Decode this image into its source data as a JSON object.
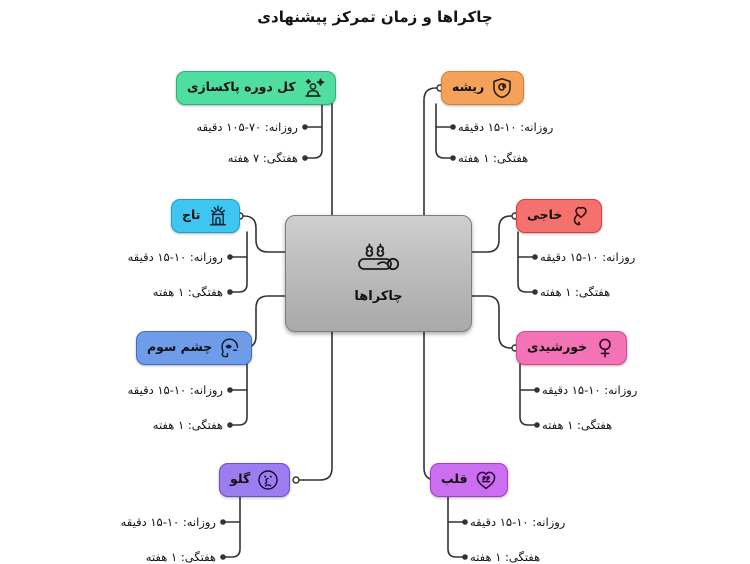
{
  "header": {
    "title": "چاکراها و زمان تمرکز پیشنهادی"
  },
  "central": {
    "label": "چاکراها",
    "icon": "meditation-chakra-icon",
    "color": "#bdbdbd",
    "border": "#7d7d7d"
  },
  "labels": {
    "daily_prefix": "روزانه:",
    "weekly_prefix": "هفتگی:"
  },
  "branches": [
    {
      "id": "cleanse",
      "label": "کل دوره پاکسازی",
      "icon": "sparkle-meditation-icon",
      "color": "#4fdda0",
      "border": "#2fae78",
      "side": "left",
      "daily": "روزانه: ۷۰-۱۰۵ دقیقه",
      "weekly": "هفتگی: ۷ هفته"
    },
    {
      "id": "root",
      "label": "ریشه",
      "icon": "root-shield-spiral-icon",
      "color": "#f4a259",
      "border": "#d4822f",
      "side": "right",
      "daily": "روزانه: ۱۰-۱۵ دقیقه",
      "weekly": "هفتگی: ۱ هفته"
    },
    {
      "id": "crown",
      "label": "تاج",
      "icon": "crown-temple-icon",
      "color": "#3ec6f0",
      "border": "#1b9fd0",
      "side": "left",
      "daily": "روزانه: ۱۰-۱۵ دقیقه",
      "weekly": "هفتگی: ۱ هفته"
    },
    {
      "id": "sacral",
      "label": "خاجی",
      "icon": "sacral-heart-icon",
      "color": "#f4716e",
      "border": "#d1413f",
      "side": "right",
      "daily": "روزانه: ۱۰-۱۵ دقیقه",
      "weekly": "هفتگی: ۱ هفته"
    },
    {
      "id": "third-eye",
      "label": "چشم سوم",
      "icon": "third-eye-head-icon",
      "color": "#6f9ce8",
      "border": "#3f6fc2",
      "side": "left",
      "daily": "روزانه: ۱۰-۱۵ دقیقه",
      "weekly": "هفتگی: ۱ هفته"
    },
    {
      "id": "solar",
      "label": "خورشیدی",
      "icon": "solar-venus-icon",
      "color": "#f472b6",
      "border": "#d9458f",
      "side": "right",
      "daily": "روزانه: ۱۰-۱۵ دقیقه",
      "weekly": "هفتگی: ۱ هفته"
    },
    {
      "id": "throat",
      "label": "گلو",
      "icon": "throat-neck-icon",
      "color": "#9b7df0",
      "border": "#6f4bd6",
      "side": "left",
      "daily": "روزانه: ۱۰-۱۵ دقیقه",
      "weekly": "هفتگی: ۱ هفته"
    },
    {
      "id": "heart",
      "label": "قلب",
      "icon": "heart-hands-icon",
      "color": "#cc6ef0",
      "border": "#a33cd0",
      "side": "right",
      "daily": "روزانه: ۱۰-۱۵ دقیقه",
      "weekly": "هفتگی: ۱ هفته"
    }
  ]
}
